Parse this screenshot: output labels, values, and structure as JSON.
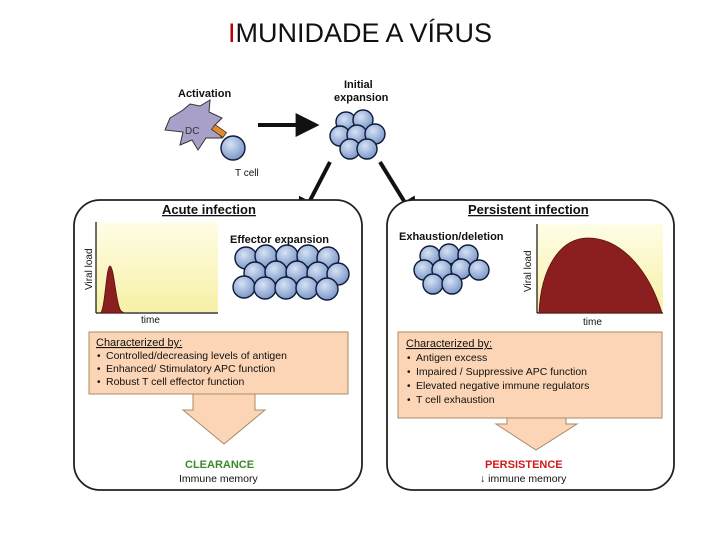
{
  "slide": {
    "title_lead": "I",
    "title_rest": "MUNIDADE A VÍRUS"
  },
  "top": {
    "activation": "Activation",
    "dc": "DC",
    "t_cell": "T cell",
    "initial_line1": "Initial",
    "initial_line2": "expansion"
  },
  "acute": {
    "heading": "Acute infection",
    "effector": "Effector expansion",
    "ylabel": "Viral load",
    "xlabel": "time",
    "characterized": "Characterized by:",
    "bullets": [
      "Controlled/decreasing levels of antigen",
      "Enhanced/ Stimulatory APC function",
      "Robust T cell effector function"
    ],
    "outcome": "CLEARANCE",
    "memory": "Immune memory"
  },
  "persistent": {
    "heading": "Persistent infection",
    "exhaustion": "Exhaustion/deletion",
    "ylabel": "Viral load",
    "xlabel": "time",
    "characterized": "Characterized by:",
    "bullets": [
      "Antigen excess",
      "Impaired / Suppressive APC function",
      "Elevated negative immune regulators",
      "T cell exhaustion"
    ],
    "outcome": "PERSISTENCE",
    "memory": "↓ immune memory"
  },
  "colors": {
    "title_accent": "#c00000",
    "cell_fill": "#8fa9d6",
    "cell_stroke": "#0d1a3a",
    "dc_fill": "#a8a0c8",
    "plot_bg": "#fdf9c8",
    "viral_curve": "#8b1f1f",
    "characterized_box": "#fbd5b5",
    "clearance": "#3a8a2a",
    "persistence": "#d11a1a"
  },
  "icons": {
    "arrow": "black-arrow",
    "cell": "t-cell-icon",
    "dendritic": "dendritic-cell-icon"
  }
}
